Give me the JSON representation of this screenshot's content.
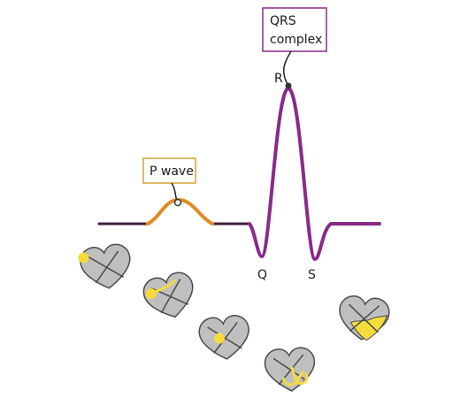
{
  "labels": {
    "qrs_line1": "QRS",
    "qrs_line2": "complex",
    "p_wave": "P wave",
    "r": "R",
    "q": "Q",
    "s": "S"
  },
  "colors": {
    "baseline": "#3d1f3d",
    "p_wave": "#e08a28",
    "qrs": "#8a2a8a",
    "qrs_box": "#8a2a8a",
    "p_box": "#d6a13a",
    "heart_fill": "#bfbfbf",
    "heart_stroke": "#4a4a4a",
    "impulse": "#f5dc3a"
  },
  "icons": [
    "heart-icon-sa-node",
    "heart-icon-av-node",
    "heart-icon-bundle",
    "heart-icon-purkinje",
    "heart-icon-ventricles"
  ]
}
